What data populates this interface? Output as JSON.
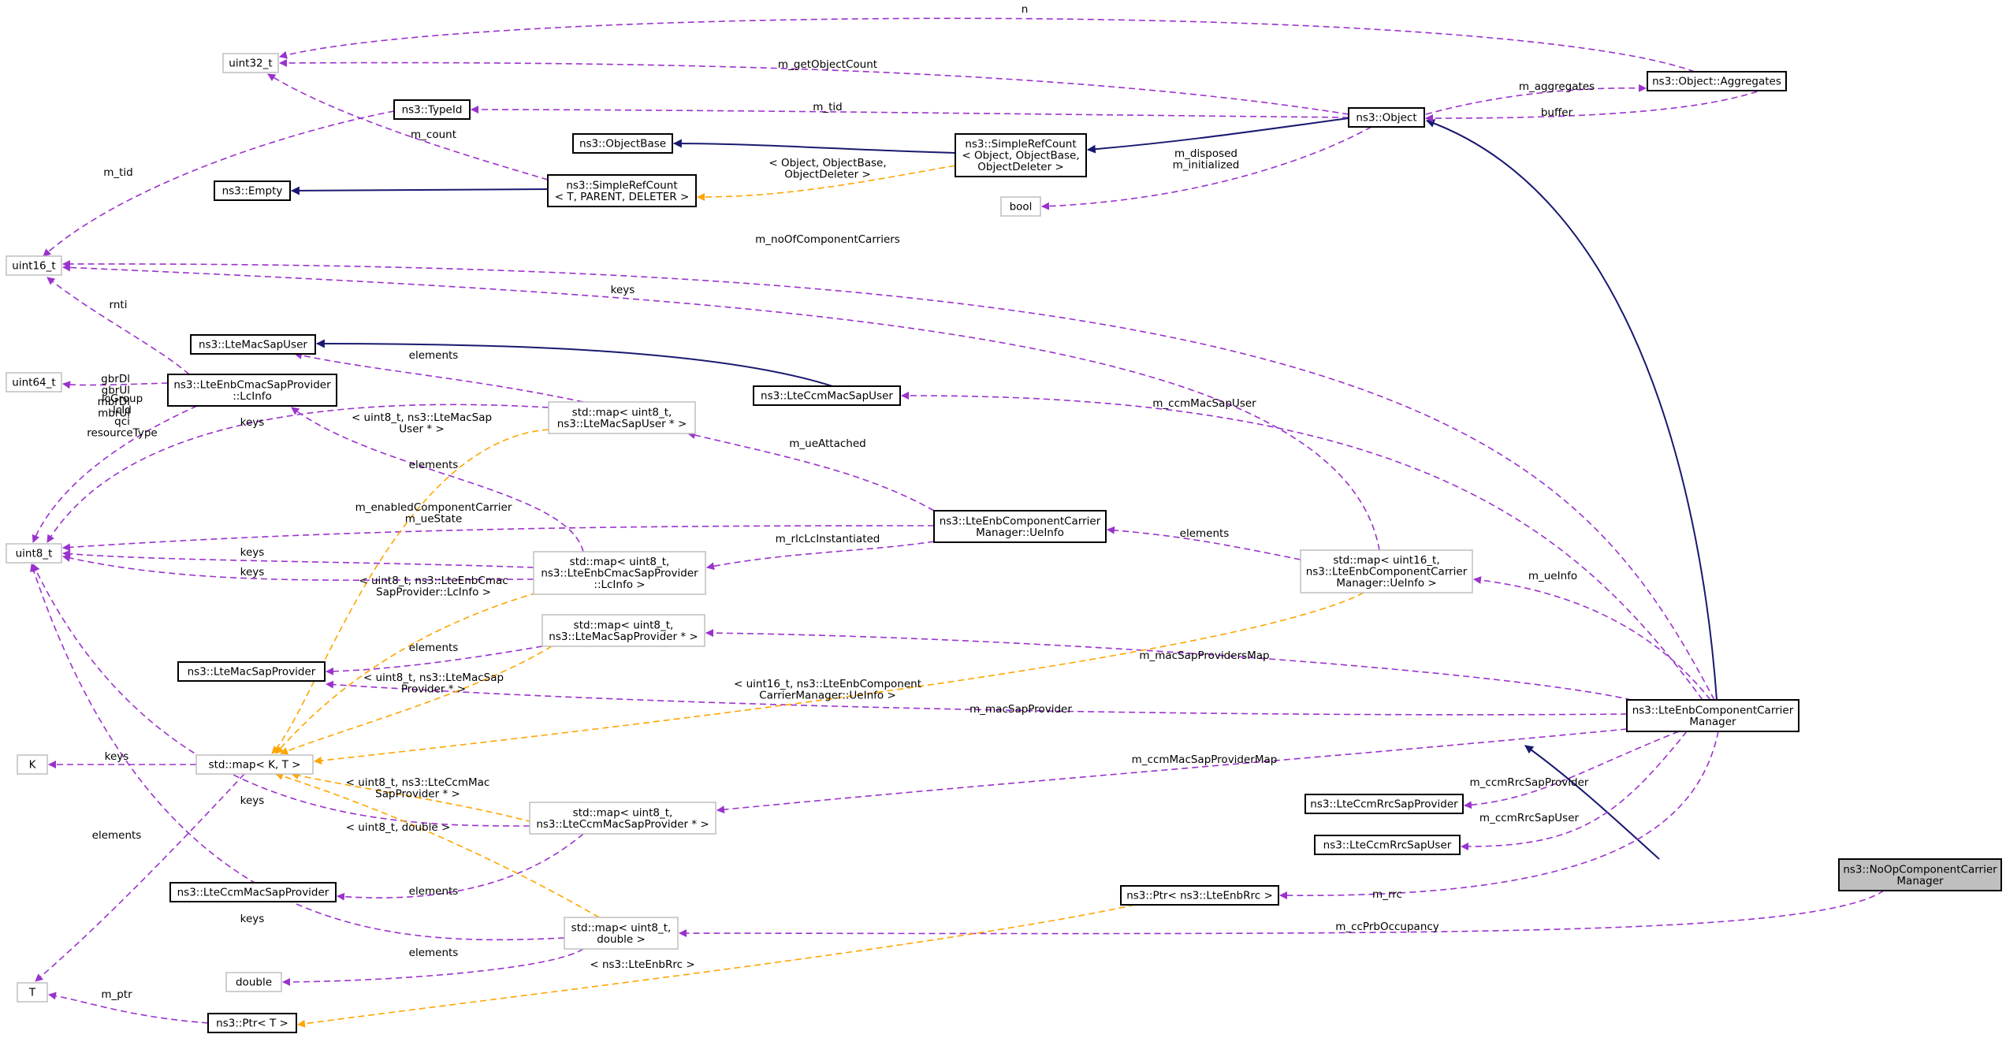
{
  "nodes": {
    "uint32_t": [
      "uint32_t"
    ],
    "uint16_t": [
      "uint16_t"
    ],
    "uint64_t": [
      "uint64_t"
    ],
    "uint8_t": [
      "uint8_t"
    ],
    "K": [
      "K"
    ],
    "T": [
      "T"
    ],
    "double": [
      "double"
    ],
    "bool": [
      "bool"
    ],
    "typeid": [
      "ns3::TypeId"
    ],
    "empty": [
      "ns3::Empty"
    ],
    "objectbase": [
      "ns3::ObjectBase"
    ],
    "srcount_tpl": [
      "ns3::SimpleRefCount",
      "< T, PARENT, DELETER >"
    ],
    "srcount_obj": [
      "ns3::SimpleRefCount",
      "< Object, ObjectBase,",
      "ObjectDeleter >"
    ],
    "object": [
      "ns3::Object"
    ],
    "aggregates": [
      "ns3::Object::Aggregates"
    ],
    "macsapuser": [
      "ns3::LteMacSapUser"
    ],
    "lcinfo": [
      "ns3::LteEnbCmacSapProvider",
      "::LcInfo"
    ],
    "map_macsapuser": [
      "std::map< uint8_t,",
      "ns3::LteMacSapUser * >"
    ],
    "ccmmacsapuser": [
      "ns3::LteCcmMacSapUser"
    ],
    "ueinfo": [
      "ns3::LteEnbComponentCarrier",
      "Manager::UeInfo"
    ],
    "map_lcinfo": [
      "std::map< uint8_t,",
      "ns3::LteEnbCmacSapProvider",
      "::LcInfo >"
    ],
    "map_ueinfo": [
      "std::map< uint16_t,",
      "ns3::LteEnbComponentCarrier",
      "Manager::UeInfo >"
    ],
    "macsapprovider": [
      "ns3::LteMacSapProvider"
    ],
    "map_macsapprovider": [
      "std::map< uint8_t,",
      "ns3::LteMacSapProvider * >"
    ],
    "map_kt": [
      "std::map< K, T >"
    ],
    "map_ccmmacsapprovider": [
      "std::map< uint8_t,",
      "ns3::LteCcmMacSapProvider * >"
    ],
    "ccmmacsapprovider": [
      "ns3::LteCcmMacSapProvider"
    ],
    "map_double": [
      "std::map< uint8_t,",
      "double >"
    ],
    "ptr_t": [
      "ns3::Ptr< T >"
    ],
    "ptr_rrc": [
      "ns3::Ptr< ns3::LteEnbRrc >"
    ],
    "ccmrrcsapprovider": [
      "ns3::LteCcmRrcSapProvider"
    ],
    "ccmrrcsapuser": [
      "ns3::LteCcmRrcSapUser"
    ],
    "ccm": [
      "ns3::LteEnbComponentCarrier",
      "Manager"
    ],
    "noop": [
      "ns3::NoOpComponentCarrier",
      "Manager"
    ]
  },
  "edge_labels": {
    "n": [
      "n"
    ],
    "m_getObjectCount": [
      "m_getObjectCount"
    ],
    "m_tid_typeid": [
      "m_tid"
    ],
    "m_count": [
      "m_count"
    ],
    "m_tid_u16": [
      "m_tid"
    ],
    "m_aggregates": [
      "m_aggregates"
    ],
    "buffer": [
      "buffer"
    ],
    "srcount_args": [
      "< Object, ObjectBase,",
      "ObjectDeleter >"
    ],
    "disposed": [
      "m_disposed",
      "m_initialized"
    ],
    "m_noOfComponentCarriers": [
      "m_noOfComponentCarriers"
    ],
    "rnti": [
      "rnti"
    ],
    "keys_map_ueinfo": [
      "keys"
    ],
    "gbr": [
      "gbrDl",
      "gbrUl",
      "mbrDl",
      "mbrUl"
    ],
    "lcgroup": [
      "lcGroup",
      "lcId",
      "qci",
      "resourceType"
    ],
    "keys_map_macsapuser": [
      "keys"
    ],
    "elements_macsapuser": [
      "elements"
    ],
    "args_map_macsapuser": [
      "< uint8_t, ns3::LteMacSap",
      "User * >"
    ],
    "m_ccmMacSapUser": [
      "m_ccmMacSapUser"
    ],
    "elements_lcinfo": [
      "elements"
    ],
    "m_ueAttached": [
      "m_ueAttached"
    ],
    "enabledcc": [
      "m_enabledComponentCarrier",
      "m_ueState"
    ],
    "keys_lcinfo_1": [
      "keys"
    ],
    "keys_lcinfo_2": [
      "keys"
    ],
    "m_rlcLcInstantiated": [
      "m_rlcLcInstantiated"
    ],
    "elements_ueinfo": [
      "elements"
    ],
    "args_map_lcinfo": [
      "< uint8_t, ns3::LteEnbCmac",
      "SapProvider::LcInfo >"
    ],
    "m_ueInfo": [
      "m_ueInfo"
    ],
    "elements_macsapprovider": [
      "elements"
    ],
    "m_macSapProvidersMap": [
      "m_macSapProvidersMap"
    ],
    "args_map_macsapprovider": [
      "< uint8_t, ns3::LteMacSap",
      "Provider * >"
    ],
    "args_map_ueinfo": [
      "< uint16_t, ns3::LteEnbComponent",
      "CarrierManager::UeInfo >"
    ],
    "m_macSapProvider": [
      "m_macSapProvider"
    ],
    "keys_k": [
      "keys"
    ],
    "m_ccmMacSapProviderMap": [
      "m_ccmMacSapProviderMap"
    ],
    "args_map_ccmmac": [
      "< uint8_t, ns3::LteCcmMac",
      "SapProvider * >"
    ],
    "keys_ccmmac": [
      "keys"
    ],
    "elements_t": [
      "elements"
    ],
    "args_map_double": [
      "< uint8_t, double >"
    ],
    "m_ccmRrcSapProvider": [
      "m_ccmRrcSapProvider"
    ],
    "m_ccmRrcSapUser": [
      "m_ccmRrcSapUser"
    ],
    "elements_ccmmac": [
      "elements"
    ],
    "m_rrc": [
      "m_rrc"
    ],
    "keys_double": [
      "keys"
    ],
    "m_ccPrbOccupancy": [
      "m_ccPrbOccupancy"
    ],
    "elements_double": [
      "elements"
    ],
    "args_ptr_rrc": [
      "< ns3::LteEnbRrc >"
    ],
    "m_ptr": [
      "m_ptr"
    ]
  },
  "colors": {
    "inheritance_edge": "#191970",
    "usage_edge": "#9a32cd",
    "template_edge": "#ffa500",
    "focus_node_fill": "#bfbfbf",
    "external_node_border": "#bfbfbf"
  }
}
